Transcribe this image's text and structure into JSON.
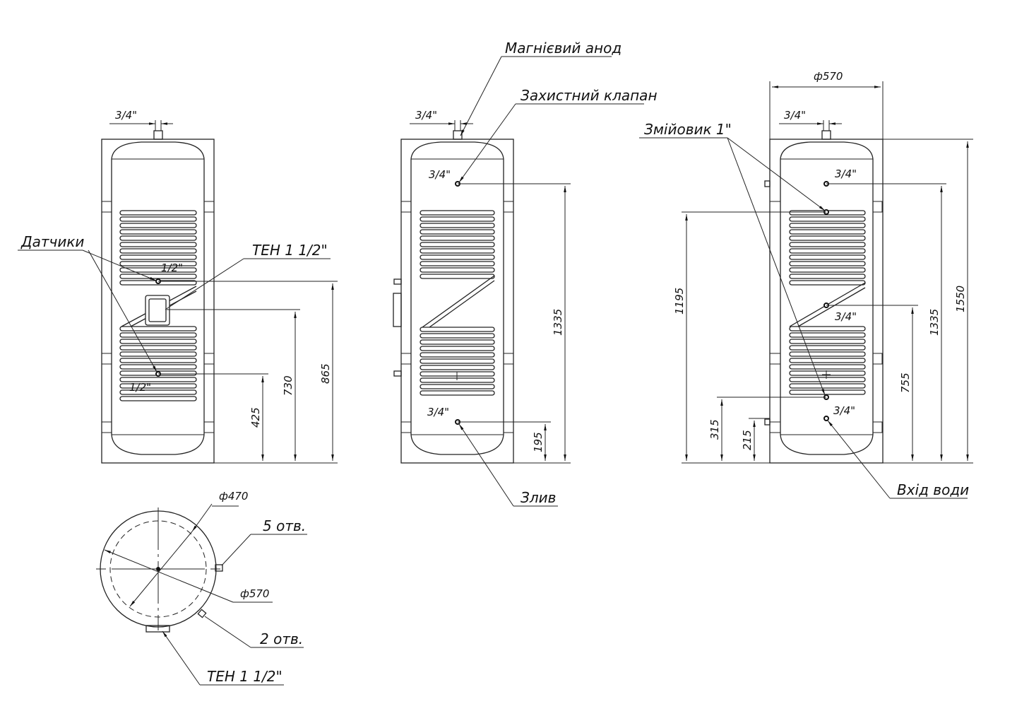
{
  "view_front_left": {
    "pipe_size": "3/4\"",
    "sensors_label": "Датчики",
    "heater_label": "ТЕН 1 1/2\"",
    "sensor_size_top": "1/2\"",
    "sensor_size_bottom": "1/2\"",
    "dims": [
      "425",
      "730",
      "865"
    ]
  },
  "view_front_middle": {
    "pipe_size": "3/4\"",
    "anode_label": "Магнієвий анод",
    "valve_label": "Захистний клапан",
    "drain_label": "Злив",
    "port_top": "3/4\"",
    "port_bottom": "3/4\"",
    "dims": [
      "1335",
      "195"
    ]
  },
  "view_front_right": {
    "diameter": "ф570",
    "pipe_size": "3/4\"",
    "coil_label": "Змійовик 1\"",
    "inlet_label": "Вхід води",
    "port_top": "3/4\"",
    "port_mid": "3/4\"",
    "port_bottom": "3/4\"",
    "dims": [
      "1550",
      "1335",
      "755",
      "1195",
      "315",
      "215"
    ]
  },
  "view_top": {
    "inner_diameter": "ф470",
    "outer_diameter": "ф570",
    "holes_5": "5 отв.",
    "holes_2": "2 отв.",
    "heater_label": "ТЕН 1 1/2\""
  }
}
